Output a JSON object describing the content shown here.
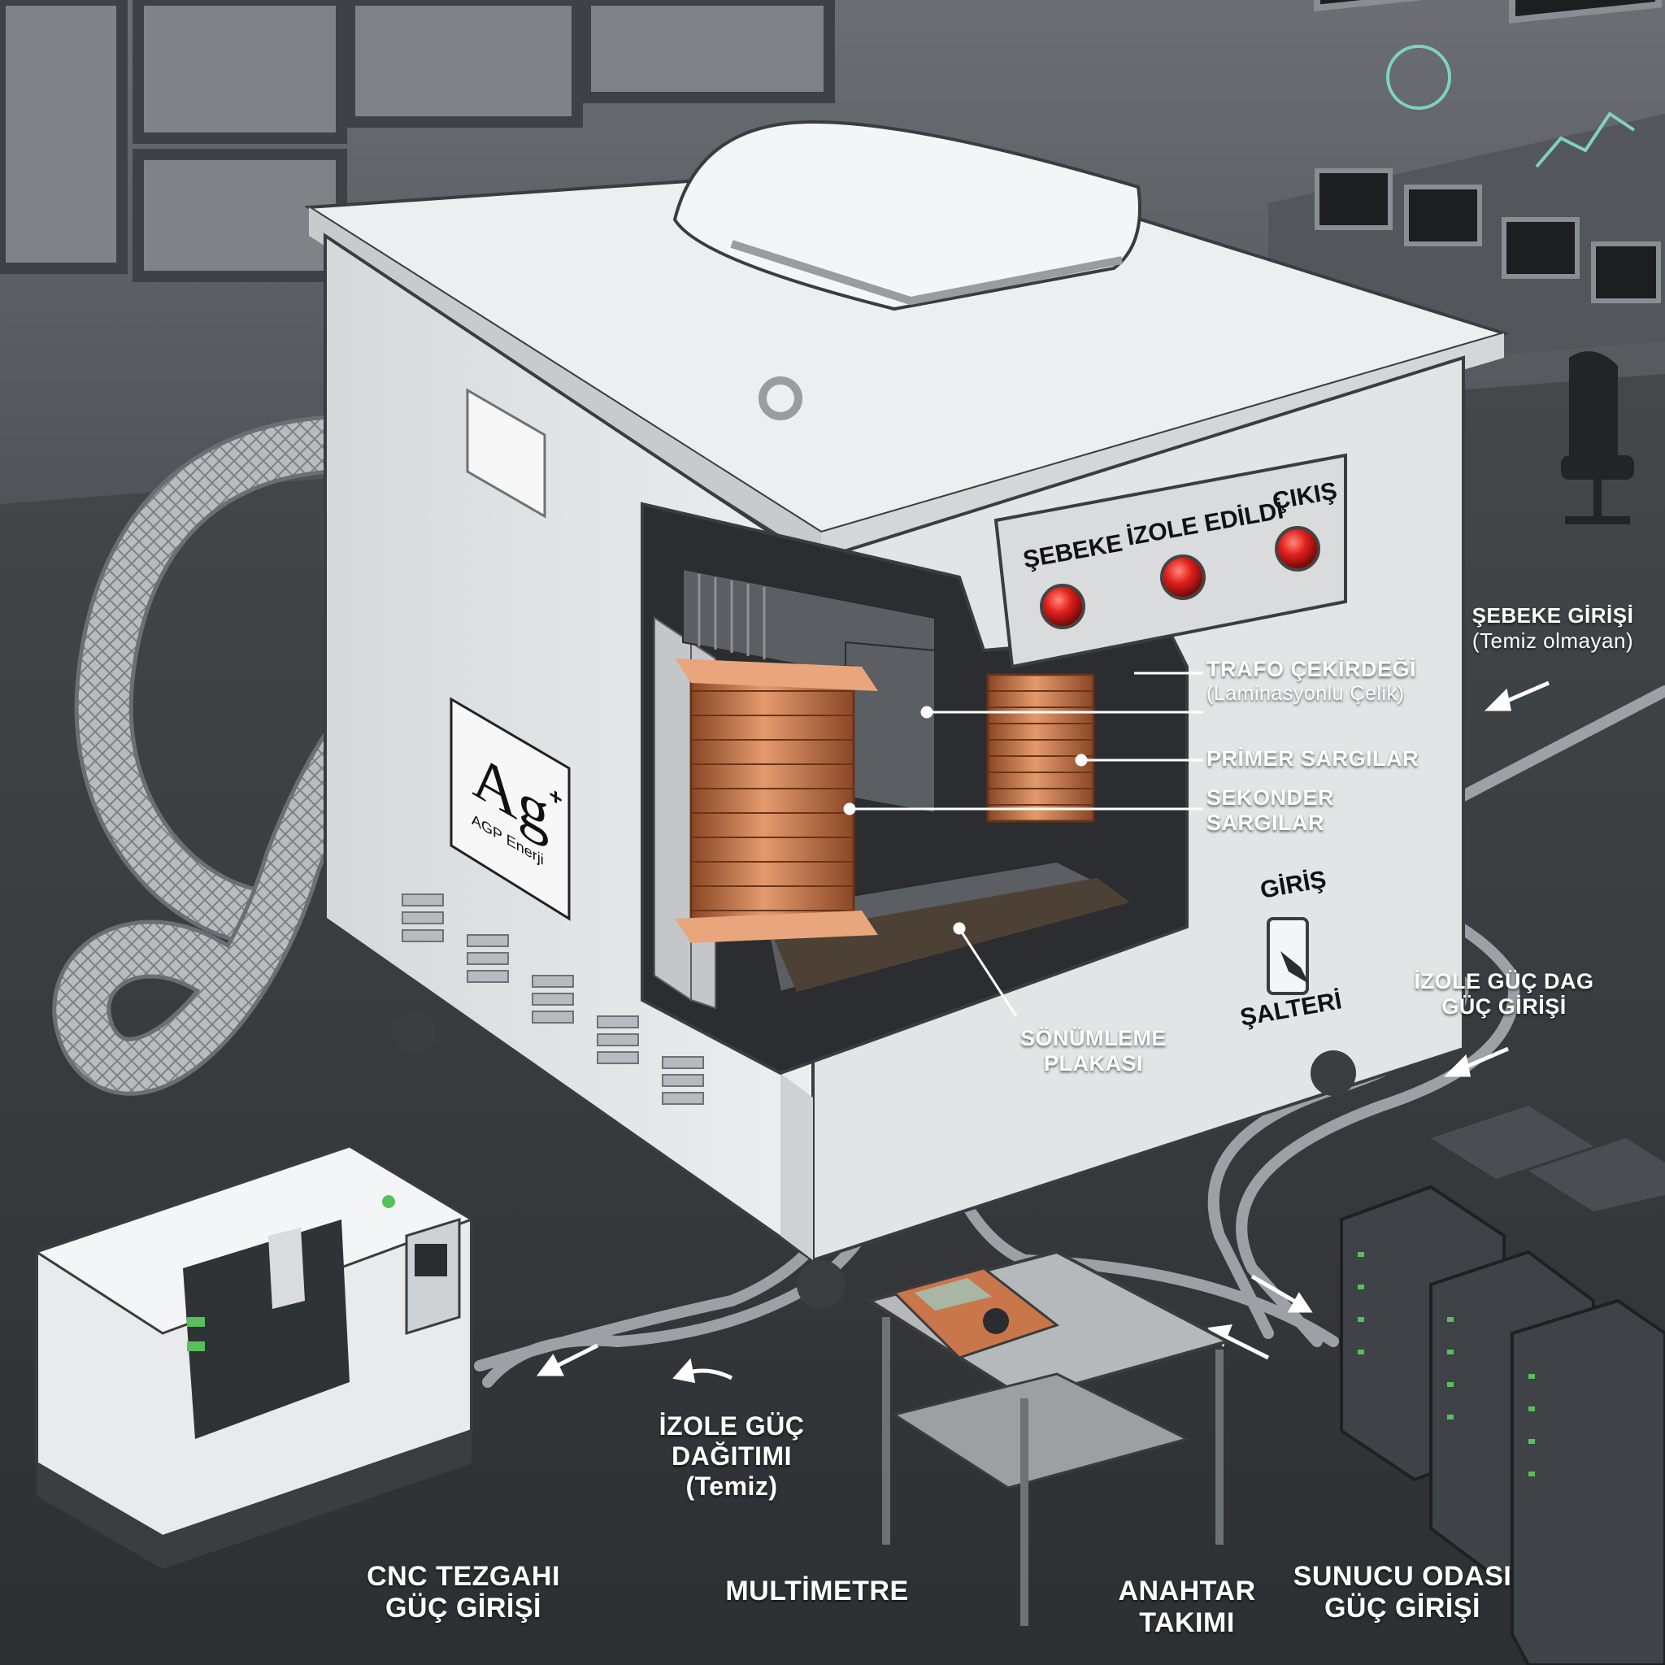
{
  "brand": {
    "symbol": "Ag",
    "superscript": "+",
    "name": "AGP Enerji"
  },
  "panel": {
    "indicators": [
      {
        "label": "ŞEBEKE"
      },
      {
        "label": "İZOLE EDİLDİ"
      },
      {
        "label": "ÇIKIŞ"
      }
    ]
  },
  "switch": {
    "top_label": "GİRİŞ",
    "bottom_label": "ŞALTERİ"
  },
  "callouts": {
    "core": {
      "title": "TRAFO ÇEKİRDEĞİ",
      "sub": "(Laminasyonlu Çelik)"
    },
    "primary": {
      "title": "PRİMER SARGILAR"
    },
    "secondary": {
      "line1": "SEKONDER",
      "line2": "SARGILAR"
    },
    "damping": {
      "line1": "SÖNÜMLEME",
      "line2": "PLAKASI"
    }
  },
  "flows": {
    "grid_input": {
      "title": "ŞEBEKE GİRİŞİ",
      "sub": "(Temiz olmayan)"
    },
    "isolated_input": {
      "line1": "İZOLE GÜÇ DAG",
      "line2": "GÜÇ GİRİŞİ"
    },
    "distribution": {
      "line1": "İZOLE GÜÇ",
      "line2": "DAĞITIMI",
      "line3": "(Temiz)"
    }
  },
  "bottom_labels": {
    "cnc": {
      "line1": "CNC TEZGAHI",
      "line2": "GÜÇ GİRİŞİ"
    },
    "multimeter": {
      "line1": "MULTİMETRE"
    },
    "wrench": {
      "line1": "ANAHTAR",
      "line2": "TAKIMI"
    },
    "server": {
      "line1": "SUNUCU ODASI",
      "line2": "GÜÇ GİRİŞİ"
    }
  },
  "colors": {
    "background": "#2e3033",
    "floor": "#3a3c3f",
    "cabinet": "#e4e6e8",
    "copper": "#c9764a",
    "indicator": "#e0201c",
    "server": "#3f4347",
    "accent_green": "#58c05a"
  }
}
